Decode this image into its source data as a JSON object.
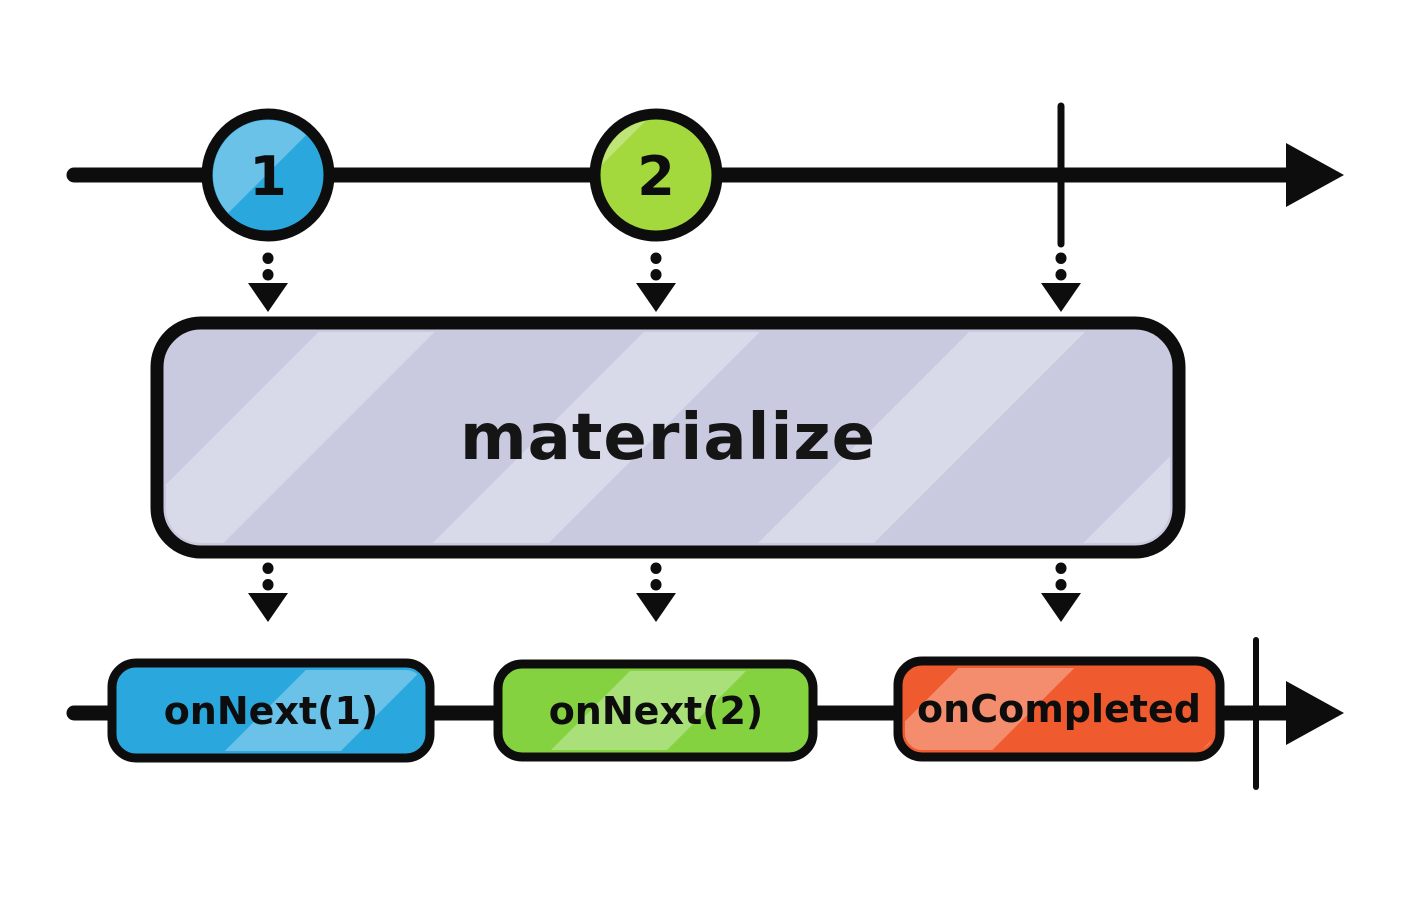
{
  "diagram": {
    "kind": "rx-marble-diagram",
    "operator_box": {
      "label": "materialize",
      "fill": "#c9cadf"
    },
    "source_timeline": {
      "events": [
        {
          "label": "1",
          "type": "next",
          "fill": "#2aa8de"
        },
        {
          "label": "2",
          "type": "next",
          "fill": "#a3d93d"
        }
      ],
      "completed": true
    },
    "result_timeline": {
      "events": [
        {
          "label": "onNext(1)",
          "type": "notification",
          "fill": "#2aa8de"
        },
        {
          "label": "onNext(2)",
          "type": "notification",
          "fill": "#85d240"
        },
        {
          "label": "onCompleted",
          "type": "notification",
          "fill": "#ef5b2e"
        }
      ],
      "completed": true
    },
    "colors": {
      "stroke": "#0d0d0d",
      "background": "#ffffff",
      "stripe_highlight": "#ffffff"
    }
  }
}
